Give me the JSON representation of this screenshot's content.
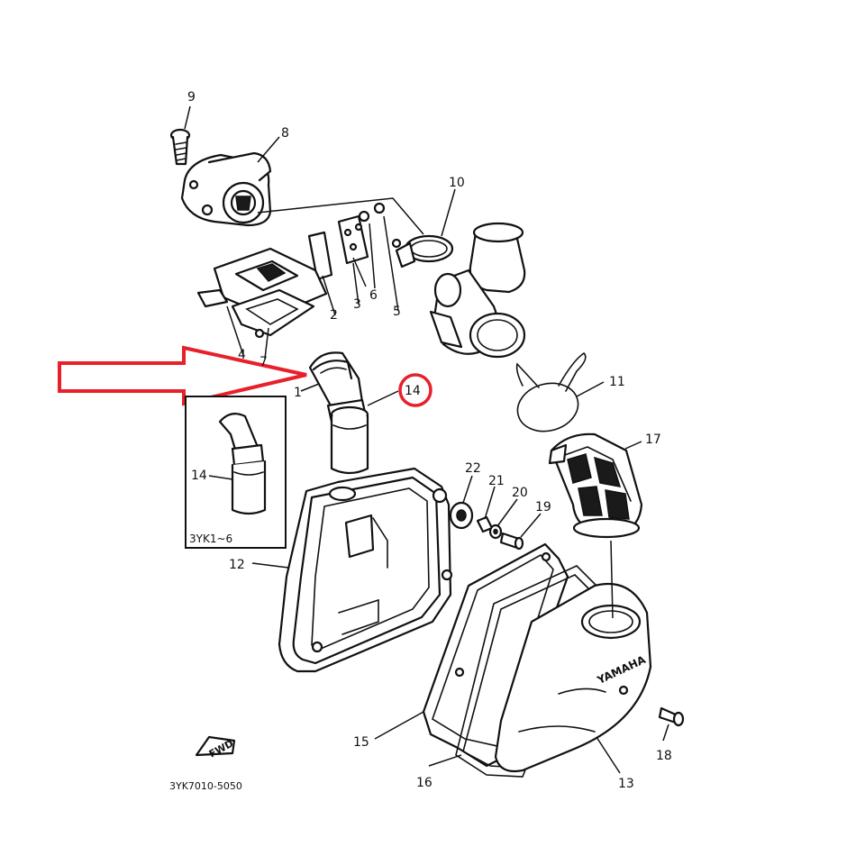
{
  "callouts": {
    "c1": "1",
    "c2": "2",
    "c3": "3",
    "c4": "4",
    "c5": "5",
    "c6": "6",
    "c7": "7",
    "c8": "8",
    "c9": "9",
    "c10": "10",
    "c11": "11",
    "c12": "12",
    "c13": "13",
    "c14": "14",
    "c14_inset": "14",
    "c15": "15",
    "c16": "16",
    "c17": "17",
    "c18": "18",
    "c19": "19",
    "c20": "20",
    "c21": "21",
    "c22": "22"
  },
  "inset_caption": "3YK1~6",
  "housing_logo": "YAMAHA",
  "fwd_label": "FWD",
  "drawing_code": "3YK7010-5050",
  "colors": {
    "highlight": "#e8202a",
    "ink": "#111111"
  }
}
